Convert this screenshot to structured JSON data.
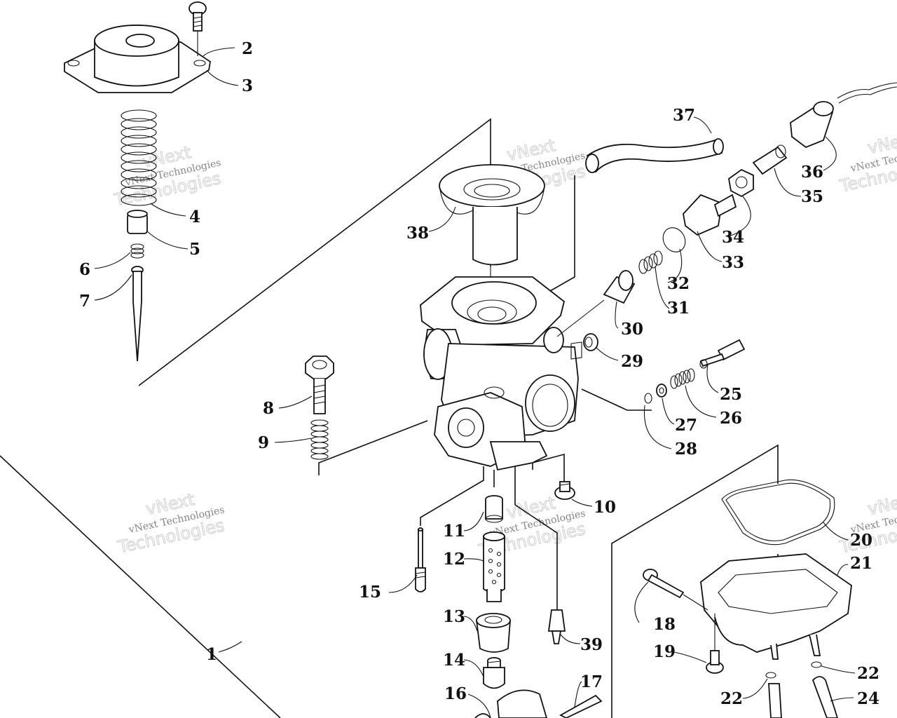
{
  "diagram": {
    "callouts": [
      {
        "id": "1"
      },
      {
        "id": "2"
      },
      {
        "id": "3"
      },
      {
        "id": "4"
      },
      {
        "id": "5"
      },
      {
        "id": "6"
      },
      {
        "id": "7"
      },
      {
        "id": "8"
      },
      {
        "id": "9"
      },
      {
        "id": "10"
      },
      {
        "id": "11"
      },
      {
        "id": "12"
      },
      {
        "id": "13"
      },
      {
        "id": "14"
      },
      {
        "id": "15"
      },
      {
        "id": "16"
      },
      {
        "id": "17"
      },
      {
        "id": "18"
      },
      {
        "id": "19"
      },
      {
        "id": "20"
      },
      {
        "id": "21"
      },
      {
        "id": "22"
      },
      {
        "id": "22b"
      },
      {
        "id": "24"
      },
      {
        "id": "25"
      },
      {
        "id": "26"
      },
      {
        "id": "27"
      },
      {
        "id": "28"
      },
      {
        "id": "29"
      },
      {
        "id": "30"
      },
      {
        "id": "31"
      },
      {
        "id": "32"
      },
      {
        "id": "33"
      },
      {
        "id": "34"
      },
      {
        "id": "35"
      },
      {
        "id": "36"
      },
      {
        "id": "37"
      },
      {
        "id": "38"
      },
      {
        "id": "39"
      }
    ],
    "labels": {
      "n1": "1",
      "n2": "2",
      "n3": "3",
      "n4": "4",
      "n5": "5",
      "n6": "6",
      "n7": "7",
      "n8": "8",
      "n9": "9",
      "n10": "10",
      "n11": "11",
      "n12": "12",
      "n13": "13",
      "n14": "14",
      "n15": "15",
      "n16": "16",
      "n17": "17",
      "n18": "18",
      "n19": "19",
      "n20": "20",
      "n21": "21",
      "n22a": "22",
      "n22b": "22",
      "n24": "24",
      "n25": "25",
      "n26": "26",
      "n27": "27",
      "n28": "28",
      "n29": "29",
      "n30": "30",
      "n31": "31",
      "n32": "32",
      "n33": "33",
      "n34": "34",
      "n35": "35",
      "n36": "36",
      "n37": "37",
      "n38": "38"
    },
    "label_39": "39",
    "watermark": {
      "line1": "vNext",
      "line2": "vNext Technologies",
      "line3": "Technologies"
    }
  }
}
